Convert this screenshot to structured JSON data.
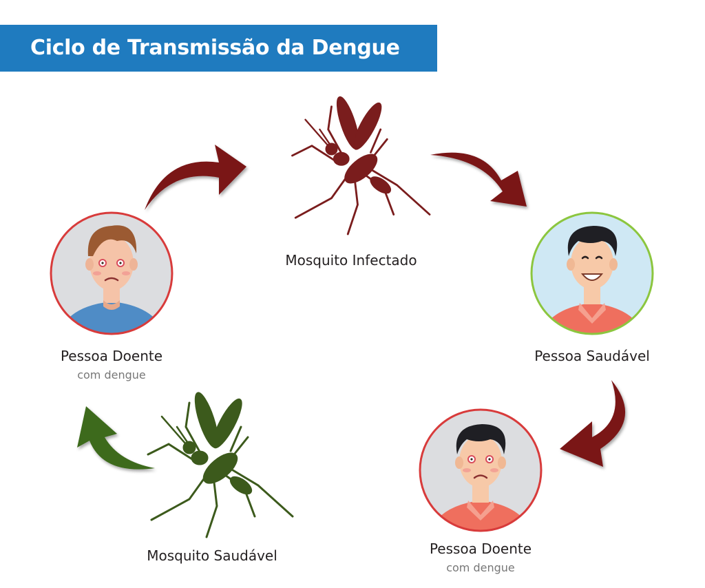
{
  "title": "Ciclo de Transmissão da Dengue",
  "colors": {
    "title_bg": "#1f7bbf",
    "title_text": "#ffffff",
    "infected_mosquito": "#7a1d1d",
    "healthy_mosquito": "#3c5a1c",
    "arrow_red": "#7a1419",
    "arrow_green": "#3d6b1d",
    "sick_ring": "#d83b3b",
    "healthy_ring": "#8cc63f"
  },
  "nodes": {
    "infected_mosquito": {
      "label": "Mosquito Infectado",
      "icon": "mosquito-icon"
    },
    "healthy_person": {
      "label": "Pessoa Saudável",
      "icon": "healthy-person-icon"
    },
    "sick_person_right": {
      "label": "Pessoa Doente",
      "sublabel": "com dengue",
      "icon": "sick-person-icon"
    },
    "healthy_mosquito": {
      "label": "Mosquito Saudável",
      "icon": "mosquito-icon"
    },
    "sick_person_left": {
      "label": "Pessoa Doente",
      "sublabel": "com dengue",
      "icon": "sick-person-icon"
    }
  },
  "edges": [
    {
      "from": "sick_person_left",
      "to": "infected_mosquito",
      "color": "#7a1419"
    },
    {
      "from": "infected_mosquito",
      "to": "healthy_person",
      "color": "#7a1419"
    },
    {
      "from": "healthy_person",
      "to": "sick_person_right",
      "color": "#7a1419"
    },
    {
      "from": "healthy_mosquito",
      "to": "sick_person_left",
      "color": "#3d6b1d"
    }
  ]
}
